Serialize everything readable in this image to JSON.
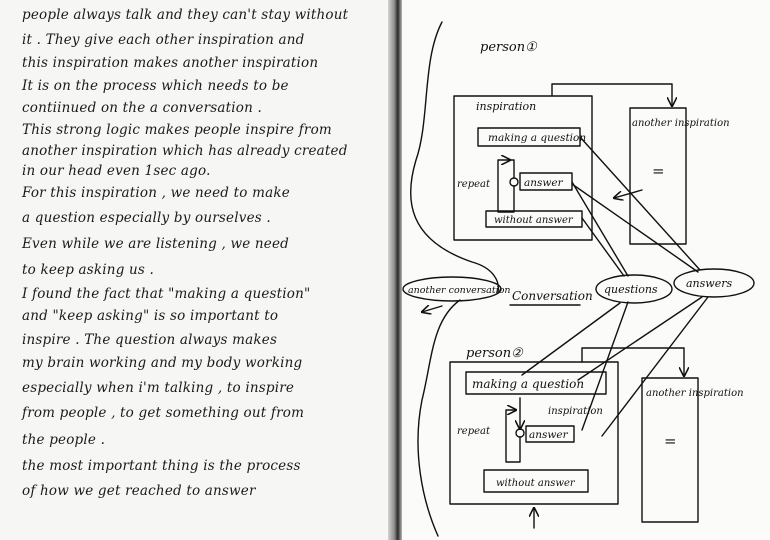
{
  "notes": {
    "lines": [
      "people always talk and they can't stay without",
      "it . They give each other inspiration and",
      "this inspiration makes another inspiration",
      "It is on the process which needs to be",
      "contiinued on the a conversation .",
      "This strong logic makes people inspire from",
      "another inspiration which has already created",
      "in our head even 1sec ago.",
      "For this inspiration , we need to make",
      "a question especially by ourselves .",
      "Even while we are listening , we need",
      "to keep asking us .",
      "I found the fact that \"making a question\"",
      "and \"keep asking\" is so important to",
      "inspire . The question always makes",
      "my brain working and my body working",
      "especially when i'm talking , to inspire",
      "from people , to get something out from",
      "the people .",
      "the most important thing is the process",
      "of how we get reached to answer"
    ]
  },
  "diagram": {
    "person1_label": "person①",
    "person2_label": "person②",
    "inspiration_label": "inspiration",
    "inspiration2_label": "inspiration",
    "making_question_1": "making a question",
    "making_question_2": "making a question",
    "repeat_1": "repeat",
    "repeat_2": "repeat",
    "answer_1": "answer",
    "answer_2": "answer",
    "without_answer_1": "without answer",
    "without_answer_2": "without answer",
    "another_inspiration_1": "another inspiration",
    "another_inspiration_2": "another inspiration",
    "equals_1": "=",
    "equals_2": "=",
    "another_conversation": "another conversation",
    "conversation": "Conversation",
    "questions": "questions",
    "answers": "answers"
  }
}
